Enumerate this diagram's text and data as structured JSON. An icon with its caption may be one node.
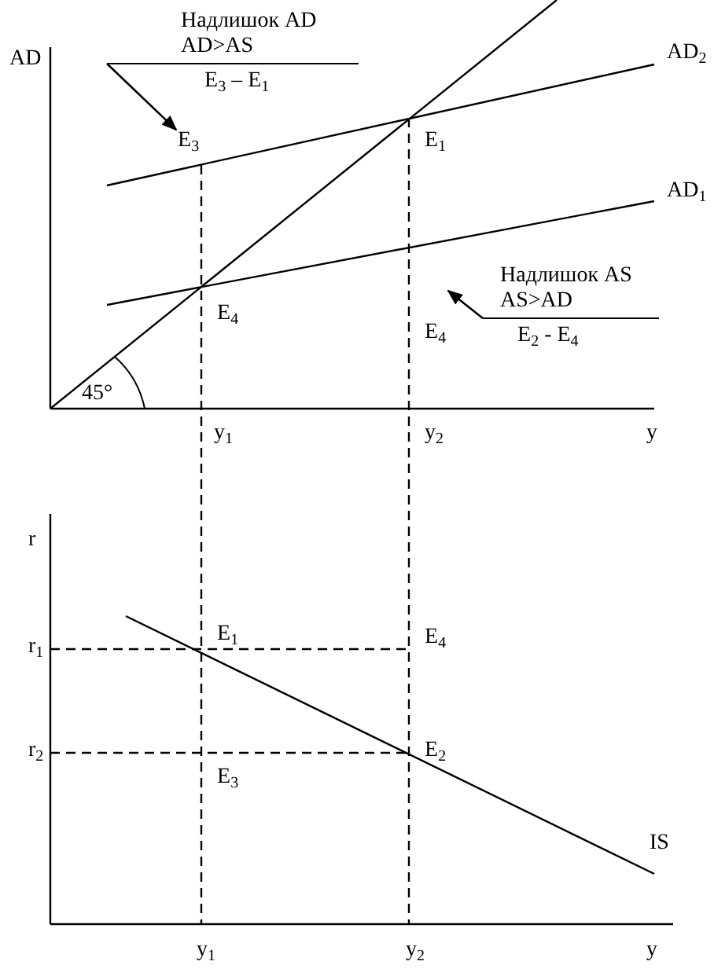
{
  "diagram": {
    "nodes": [
      {
        "text": [
          "Надлишок AD",
          "AD>AS",
          "E$_{3}$ – E$_{1}$"
        ]
      },
      {
        "text": [
          "E$_{3}$"
        ]
      },
      {
        "text": [
          "Надлишок AS",
          "AS>AD",
          "E$_{2}$ - E$_{4}$"
        ]
      }
    ],
    "edges": [
      {
        "from": 0,
        "to": 1,
        "arrow": "to"
      },
      {
        "from": 2,
        "to": null,
        "arrow": "to"
      }
    ],
    "labels": [
      "AD",
      "AD$_{2}$",
      "E$_{1}$",
      "AD$_{1}$",
      "E$_{4}$",
      "E$_{4}$",
      "45°",
      "y$_{1}$",
      "y$_{2}$",
      "y",
      "r",
      "r$_{1}$",
      "E$_{1}$",
      "E$_{4}$",
      "r$_{2}$",
      "E$_{2}$",
      "E$_{3}$",
      "IS",
      "y$_{1}$",
      "y$_{2}$",
      "y"
    ]
  }
}
